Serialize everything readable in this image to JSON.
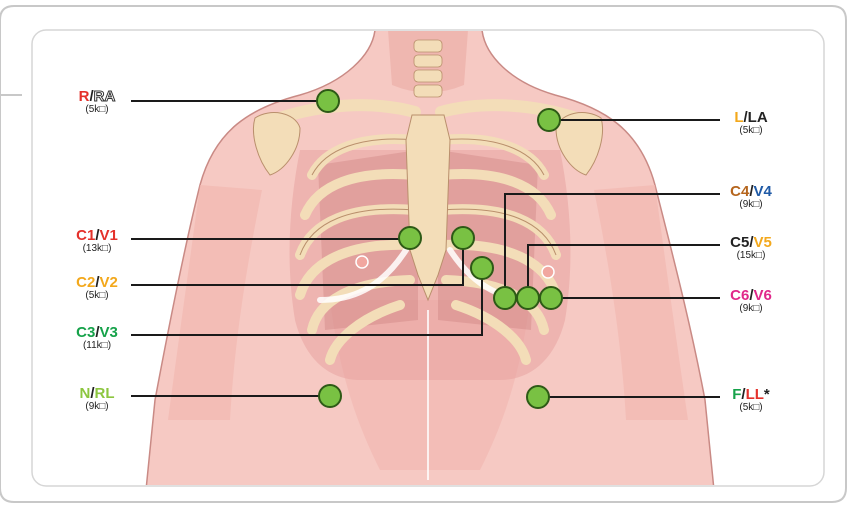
{
  "colors": {
    "electrode": "#79c143",
    "electrode_stroke": "#2d5a16",
    "leader_line": "#1a1a1a",
    "frame": "#c8c8c8",
    "skin": "#f6c9c3",
    "rib": "#f3ddb8",
    "muscle": "#d58c8c"
  },
  "electrodes": [
    {
      "id": "ra",
      "parts": [
        {
          "text": "R",
          "color": "#e4312b"
        },
        {
          "text": "/",
          "color": "#222222"
        },
        {
          "text": "RA",
          "color": "#ffffff",
          "outline": true
        }
      ],
      "impedance": "(5k□)"
    },
    {
      "id": "la",
      "parts": [
        {
          "text": "L",
          "color": "#f3a81c"
        },
        {
          "text": "/",
          "color": "#222222"
        },
        {
          "text": "LA",
          "color": "#222222"
        }
      ],
      "impedance": "(5k□)"
    },
    {
      "id": "v4",
      "parts": [
        {
          "text": "C4",
          "color": "#b5651d"
        },
        {
          "text": "/",
          "color": "#222222"
        },
        {
          "text": "V4",
          "color": "#1f5aa6"
        }
      ],
      "impedance": "(9k□)"
    },
    {
      "id": "v1",
      "parts": [
        {
          "text": "C1",
          "color": "#e4312b"
        },
        {
          "text": "/",
          "color": "#222222"
        },
        {
          "text": "V1",
          "color": "#e4312b"
        }
      ],
      "impedance": "(13k□)"
    },
    {
      "id": "v5",
      "parts": [
        {
          "text": "C5",
          "color": "#222222"
        },
        {
          "text": "/",
          "color": "#222222"
        },
        {
          "text": "V5",
          "color": "#f3a81c"
        }
      ],
      "impedance": "(15k□)"
    },
    {
      "id": "v2",
      "parts": [
        {
          "text": "C2",
          "color": "#f3a81c"
        },
        {
          "text": "/",
          "color": "#222222"
        },
        {
          "text": "V2",
          "color": "#f3a81c"
        }
      ],
      "impedance": "(5k□)"
    },
    {
      "id": "v6",
      "parts": [
        {
          "text": "C6",
          "color": "#e0288a"
        },
        {
          "text": "/",
          "color": "#222222"
        },
        {
          "text": "V6",
          "color": "#e0288a"
        }
      ],
      "impedance": "(9k□)"
    },
    {
      "id": "v3",
      "parts": [
        {
          "text": "C3",
          "color": "#16a24a"
        },
        {
          "text": "/",
          "color": "#222222"
        },
        {
          "text": "V3",
          "color": "#16a24a"
        }
      ],
      "impedance": "(11k□)"
    },
    {
      "id": "rl",
      "parts": [
        {
          "text": "N",
          "color": "#8cc63f"
        },
        {
          "text": "/",
          "color": "#222222"
        },
        {
          "text": "RL",
          "color": "#8cc63f"
        }
      ],
      "impedance": "(9k□)"
    },
    {
      "id": "ll",
      "parts": [
        {
          "text": "F",
          "color": "#16a24a"
        },
        {
          "text": "/",
          "color": "#222222"
        },
        {
          "text": "LL",
          "color": "#e4312b"
        },
        {
          "text": "*",
          "color": "#222222"
        }
      ],
      "impedance": "(5k□)"
    }
  ]
}
